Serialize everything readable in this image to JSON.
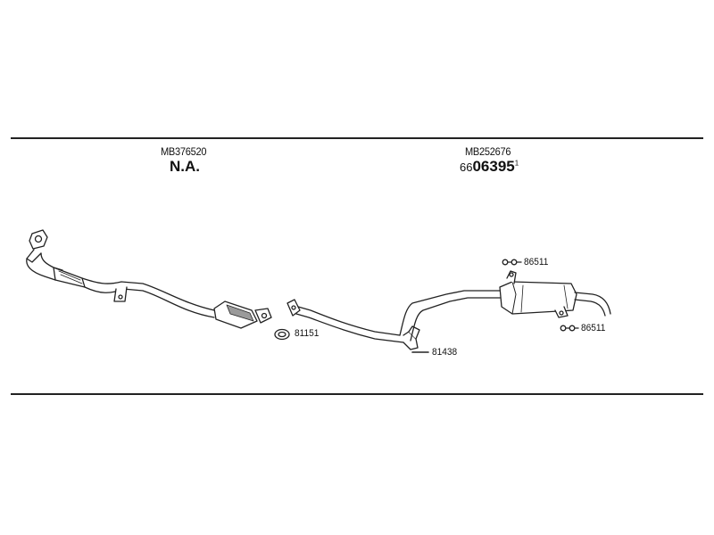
{
  "sections": [
    {
      "part_number": "MB376520",
      "label": "N.A."
    },
    {
      "part_number": "MB252676",
      "code_prefix": "66",
      "code_main": "06395",
      "code_superscript": "1"
    }
  ],
  "callouts": {
    "gasket": "81151",
    "clamp_middle": "81438",
    "hanger_top": "86511",
    "hanger_bottom": "86511"
  },
  "colors": {
    "line": "#222222",
    "fill": "#ffffff",
    "shade": "#9a9a9a"
  }
}
